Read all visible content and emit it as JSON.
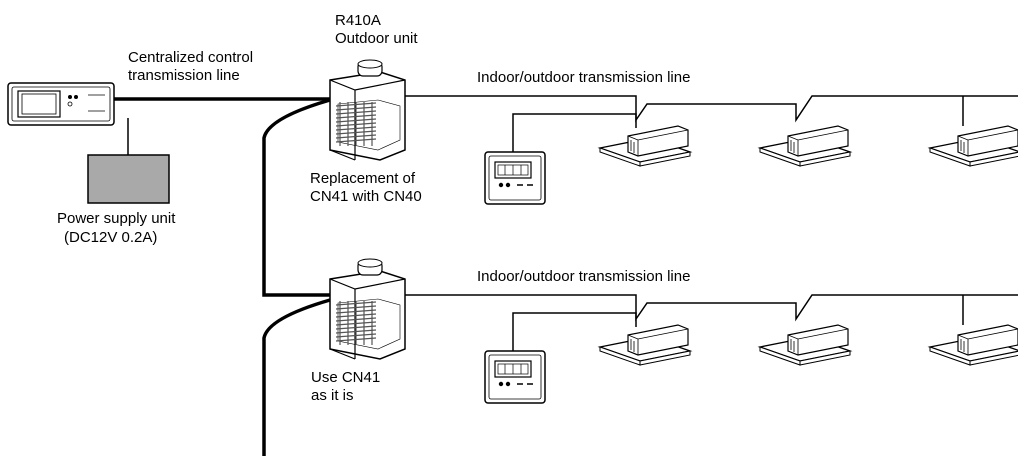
{
  "controller": {
    "line_label": [
      "Centralized control",
      "transmission line"
    ]
  },
  "power_supply": {
    "label": [
      "Power supply unit",
      "(DC12V 0.2A)"
    ]
  },
  "outdoor_units": [
    {
      "header": [
        "R410A",
        "Outdoor unit"
      ],
      "note": [
        "Replacement of",
        "CN41 with CN40"
      ],
      "transmission_label": "Indoor/outdoor transmission line"
    },
    {
      "note": [
        "Use CN41",
        "as it is"
      ],
      "transmission_label": "Indoor/outdoor transmission line"
    }
  ],
  "colors": {
    "line": "#000000",
    "power_box": "#a9a9a9",
    "device_fill": "#ffffff",
    "grille": "#555555"
  },
  "icons": {
    "central_controller": "central-controller-icon",
    "power_supply": "power-supply-unit-icon",
    "outdoor_unit": "outdoor-unit-icon",
    "indoor_unit": "ceiling-cassette-indoor-unit-icon",
    "remote": "remote-controller-icon"
  }
}
